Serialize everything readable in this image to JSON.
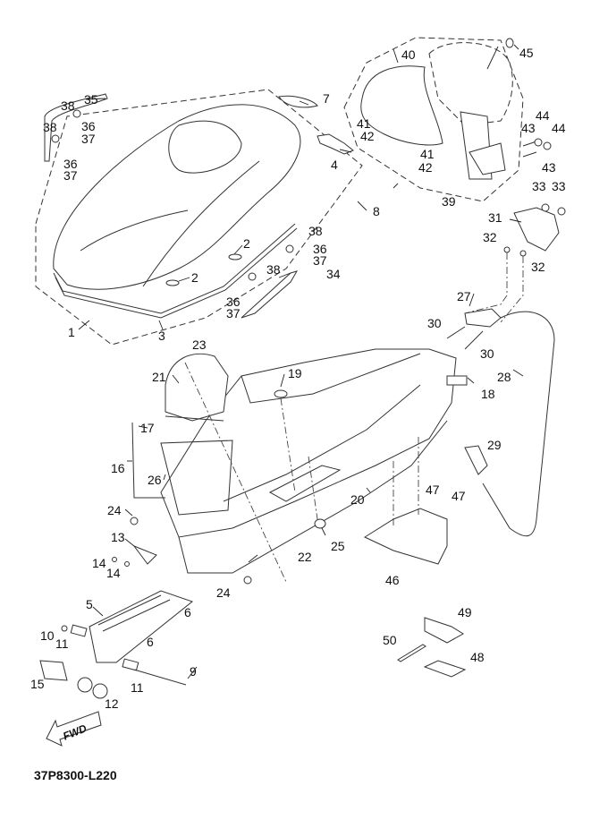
{
  "diagram": {
    "title": "Seat / storage box exploded parts diagram",
    "drawing_code": "37P8300-L220",
    "direction_indicator": "FWD",
    "callouts": [
      {
        "id": "c1",
        "label": "1",
        "part": "seat assembly (group outline)"
      },
      {
        "id": "c2a",
        "label": "2",
        "part": "seat hook"
      },
      {
        "id": "c2b",
        "label": "2",
        "part": "seat hook"
      },
      {
        "id": "c3",
        "label": "3",
        "part": "seat trim band"
      },
      {
        "id": "c4",
        "label": "4",
        "part": "seat hinge plate"
      },
      {
        "id": "c5",
        "label": "5",
        "part": "seat hinge arm"
      },
      {
        "id": "c6a",
        "label": "6",
        "part": "rivet"
      },
      {
        "id": "c6b",
        "label": "6",
        "part": "rivet"
      },
      {
        "id": "c7",
        "label": "7",
        "part": "seat rear grip panel"
      },
      {
        "id": "c8",
        "label": "8",
        "part": "bolt"
      },
      {
        "id": "c9",
        "label": "9",
        "part": "hinge shaft bolt"
      },
      {
        "id": "c10",
        "label": "10",
        "part": "nut"
      },
      {
        "id": "c11a",
        "label": "11",
        "part": "collar"
      },
      {
        "id": "c11b",
        "label": "11",
        "part": "collar"
      },
      {
        "id": "c12",
        "label": "12",
        "part": "torsion spring"
      },
      {
        "id": "c13",
        "label": "13",
        "part": "bracket"
      },
      {
        "id": "c14a",
        "label": "14",
        "part": "screw"
      },
      {
        "id": "c14b",
        "label": "14",
        "part": "screw"
      },
      {
        "id": "c15",
        "label": "15",
        "part": "plate"
      },
      {
        "id": "c16",
        "label": "16",
        "part": "helmet box assembly"
      },
      {
        "id": "c17",
        "label": "17",
        "part": "gasket"
      },
      {
        "id": "c18",
        "label": "18",
        "part": "damper"
      },
      {
        "id": "c19",
        "label": "19",
        "part": "cap"
      },
      {
        "id": "c20",
        "label": "20",
        "part": "screw"
      },
      {
        "id": "c21",
        "label": "21",
        "part": "cover"
      },
      {
        "id": "c22",
        "label": "22",
        "part": "nut"
      },
      {
        "id": "c23",
        "label": "23",
        "part": "screw"
      },
      {
        "id": "c24a",
        "label": "24",
        "part": "bolt"
      },
      {
        "id": "c24b",
        "label": "24",
        "part": "bolt"
      },
      {
        "id": "c25",
        "label": "25",
        "part": "damper"
      },
      {
        "id": "c26",
        "label": "26",
        "part": "helmet box"
      },
      {
        "id": "c27",
        "label": "27",
        "part": "seat lock"
      },
      {
        "id": "c28",
        "label": "28",
        "part": "seat lock cable"
      },
      {
        "id": "c29",
        "label": "29",
        "part": "screw"
      },
      {
        "id": "c30a",
        "label": "30",
        "part": "bolt"
      },
      {
        "id": "c30b",
        "label": "30",
        "part": "bolt"
      },
      {
        "id": "c31",
        "label": "31",
        "part": "lock bracket"
      },
      {
        "id": "c32a",
        "label": "32",
        "part": "collar"
      },
      {
        "id": "c32b",
        "label": "32",
        "part": "collar"
      },
      {
        "id": "c33a",
        "label": "33",
        "part": "nut"
      },
      {
        "id": "c33b",
        "label": "33",
        "part": "nut"
      },
      {
        "id": "c34",
        "label": "34",
        "part": "side trim"
      },
      {
        "id": "c35",
        "label": "35",
        "part": "side trim"
      },
      {
        "id": "c36a",
        "label": "36",
        "part": "bolt"
      },
      {
        "id": "c36b",
        "label": "36",
        "part": "bolt"
      },
      {
        "id": "c36c",
        "label": "36",
        "part": "bolt"
      },
      {
        "id": "c36d",
        "label": "36",
        "part": "bolt"
      },
      {
        "id": "c37a",
        "label": "37",
        "part": "washer"
      },
      {
        "id": "c37b",
        "label": "37",
        "part": "washer"
      },
      {
        "id": "c37c",
        "label": "37",
        "part": "washer"
      },
      {
        "id": "c37d",
        "label": "37",
        "part": "washer"
      },
      {
        "id": "c38a",
        "label": "38",
        "part": "cap"
      },
      {
        "id": "c38b",
        "label": "38",
        "part": "cap"
      },
      {
        "id": "c38c",
        "label": "38",
        "part": "cap"
      },
      {
        "id": "c38d",
        "label": "38",
        "part": "cap"
      },
      {
        "id": "c39",
        "label": "39",
        "part": "backrest assembly (group outline)"
      },
      {
        "id": "c40",
        "label": "40",
        "part": "backrest pad"
      },
      {
        "id": "c41a",
        "label": "41",
        "part": "nut"
      },
      {
        "id": "c41b",
        "label": "41",
        "part": "nut"
      },
      {
        "id": "c42a",
        "label": "42",
        "part": "screw"
      },
      {
        "id": "c42b",
        "label": "42",
        "part": "screw"
      },
      {
        "id": "c43a",
        "label": "43",
        "part": "bolt"
      },
      {
        "id": "c43b",
        "label": "43",
        "part": "bolt"
      },
      {
        "id": "c44a",
        "label": "44",
        "part": "cap"
      },
      {
        "id": "c44b",
        "label": "44",
        "part": "cap"
      },
      {
        "id": "c45",
        "label": "45",
        "part": "emblem"
      },
      {
        "id": "c46",
        "label": "46",
        "part": "cover"
      },
      {
        "id": "c47a",
        "label": "47",
        "part": "screw"
      },
      {
        "id": "c47b",
        "label": "47",
        "part": "screw"
      },
      {
        "id": "c48",
        "label": "48",
        "part": "owner's manual"
      },
      {
        "id": "c49",
        "label": "49",
        "part": "tool case"
      },
      {
        "id": "c50",
        "label": "50",
        "part": "band"
      }
    ]
  }
}
